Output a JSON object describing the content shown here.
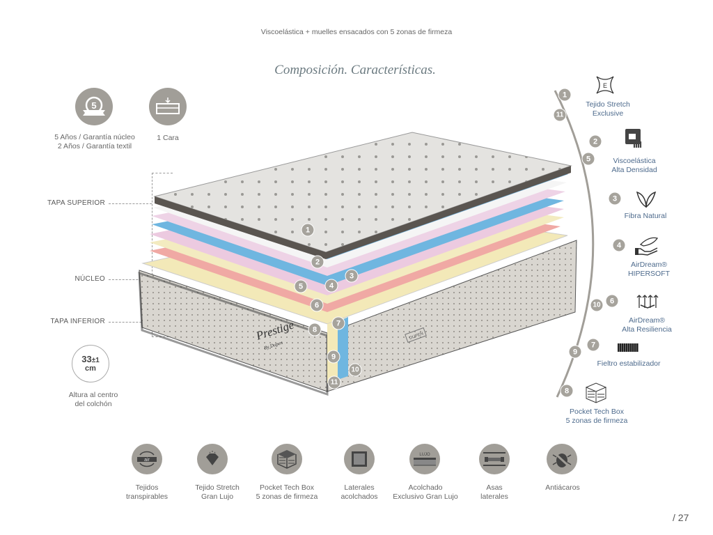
{
  "subtitle": "Viscoelástica + muelles ensacados con 5 zonas de firmeza",
  "title": "Composición. Características.",
  "top_features": [
    {
      "icon": "warranty-badge-icon",
      "badge": "5",
      "lines": [
        "5 Años / Garantía núcleo",
        "2 Años / Garantía textil"
      ]
    },
    {
      "icon": "one-side-mattress-icon",
      "lines": [
        "1 Cara"
      ]
    }
  ],
  "section_labels": [
    "TAPA SUPERIOR",
    "NÚCLEO",
    "TAPA INFERIOR"
  ],
  "height": {
    "value": "33",
    "tolerance": "±1",
    "unit": "cm",
    "lines": [
      "Altura al centro",
      "del colchón"
    ]
  },
  "mattress_brand": {
    "name": "Prestige",
    "sub": "By Dupen",
    "tag": "DUPEN"
  },
  "layer_numbers": [
    "1",
    "2",
    "3",
    "4",
    "5",
    "6",
    "7",
    "8",
    "9",
    "10",
    "11"
  ],
  "arc_numbers": [
    "1",
    "11",
    "2",
    "5",
    "3",
    "4",
    "6",
    "10",
    "7",
    "9",
    "8"
  ],
  "components": [
    {
      "icon": "stretch-fabric-icon",
      "lines": [
        "Tejido Stretch",
        "Exclusive"
      ]
    },
    {
      "icon": "memory-foam-hand-icon",
      "lines": [
        "Viscoelástica",
        "Alta Densidad"
      ]
    },
    {
      "icon": "leaves-icon",
      "lines": [
        "Fibra Natural"
      ]
    },
    {
      "icon": "hand-feather-icon",
      "lines": [
        "AirDream®",
        "HIPERSOFT"
      ]
    },
    {
      "icon": "resilience-arrows-icon",
      "lines": [
        "AirDream®",
        "Alta Resiliencia"
      ]
    },
    {
      "icon": "felt-pad-icon",
      "lines": [
        "Fieltro estabilizador"
      ]
    },
    {
      "icon": "pocket-springs-icon",
      "lines": [
        "Pocket Tech Box",
        "5 zonas de firmeza"
      ]
    }
  ],
  "bottom_features": [
    {
      "icon": "breathable-air-icon",
      "lines": [
        "Tejidos",
        "transpirables"
      ],
      "glyph": "air"
    },
    {
      "icon": "diamond-icon",
      "lines": [
        "Tejido Stretch",
        "Gran Lujo"
      ]
    },
    {
      "icon": "pocket-springs-icon",
      "lines": [
        "Pocket Tech Box",
        "5 zonas de  firmeza"
      ]
    },
    {
      "icon": "padded-side-icon",
      "lines": [
        "Laterales",
        "acolchados"
      ]
    },
    {
      "icon": "quilting-icon",
      "lines": [
        "Acolchado",
        "Exclusivo Gran Lujo"
      ],
      "glyph": "LUJO"
    },
    {
      "icon": "side-handles-icon",
      "lines": [
        "Asas",
        "laterales"
      ]
    },
    {
      "icon": "anti-mite-icon",
      "lines": [
        "Antiácaros"
      ]
    }
  ],
  "page_number": "/ 27"
}
